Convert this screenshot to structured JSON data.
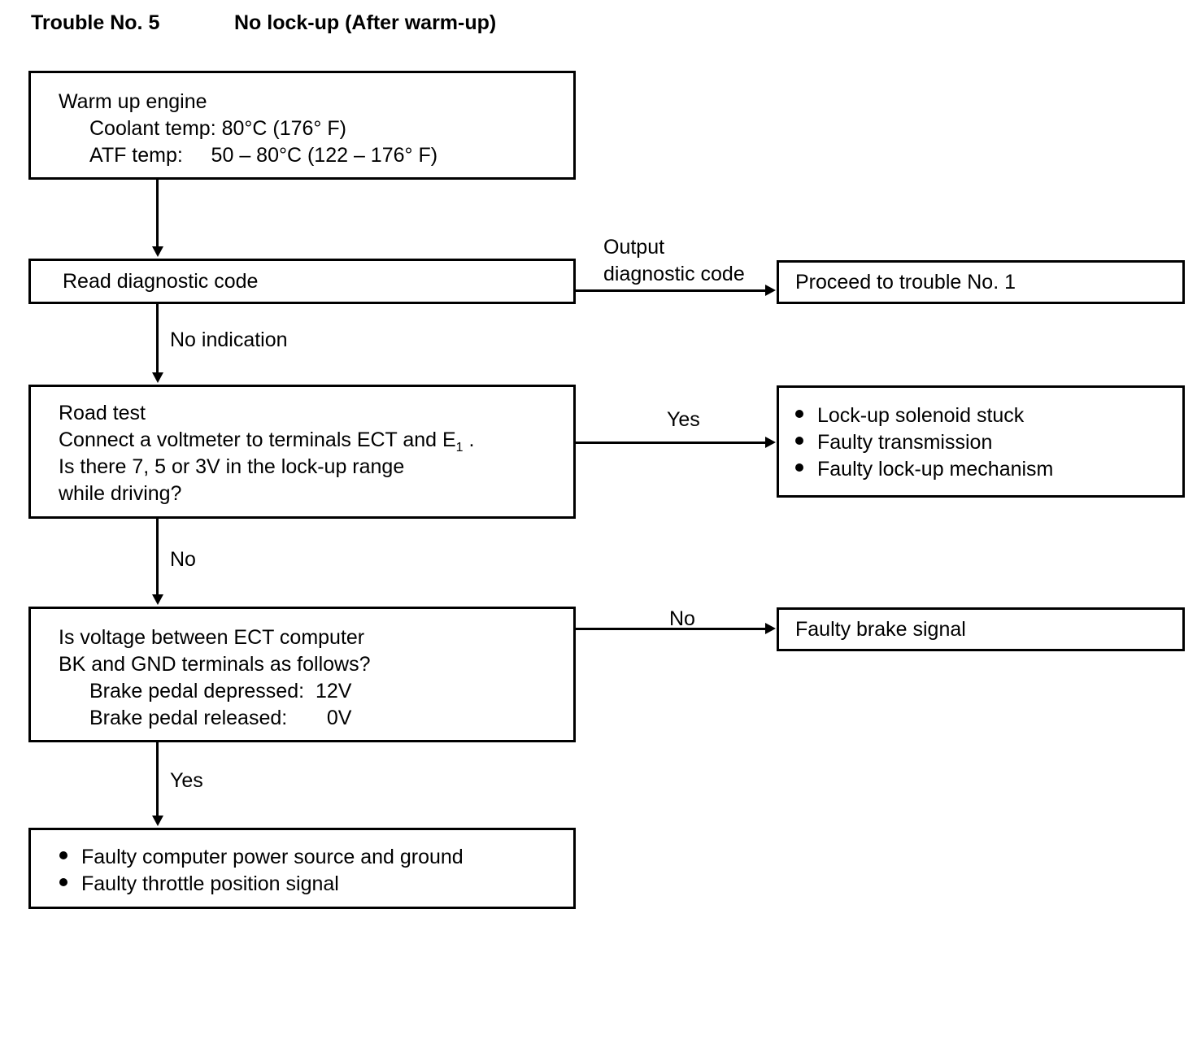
{
  "title": {
    "trouble": "Trouble No. 5",
    "description": "No lock-up (After warm-up)"
  },
  "nodes": {
    "warm_up": {
      "line1": "Warm up engine",
      "line2": "Coolant temp: 80°C (176° F)",
      "line3": "ATF temp:     50 – 80°C (122 – 176° F)"
    },
    "read_code": {
      "line1": "Read diagnostic code"
    },
    "proceed_trouble_1": {
      "line1": "Proceed to trouble No. 1"
    },
    "road_test": {
      "line1": "Road test",
      "line2a": "Connect a voltmeter to terminals ECT and E",
      "line2sub": "1",
      "line2b": " .",
      "line3": "Is there 7, 5 or 3V in the lock-up range",
      "line4": "while driving?"
    },
    "lockup_causes": {
      "items": [
        "Lock-up solenoid stuck",
        "Faulty transmission",
        "Faulty lock-up mechanism"
      ]
    },
    "brake_voltage": {
      "line1": "Is voltage between ECT computer",
      "line2": "BK and GND terminals as follows?",
      "line3": "Brake pedal depressed:  12V",
      "line4": "Brake pedal released:       0V"
    },
    "faulty_brake_signal": {
      "line1": "Faulty brake signal"
    },
    "final_causes": {
      "items": [
        "Faulty computer power source and ground",
        "Faulty throttle position signal"
      ]
    }
  },
  "edges": {
    "output_diagnostic_code_l1": "Output",
    "output_diagnostic_code_l2": "diagnostic code",
    "no_indication": "No indication",
    "yes_lockup": "Yes",
    "no_roadtest": "No",
    "no_brake": "No",
    "yes_final": "Yes"
  },
  "colors": {
    "ink": "#000000",
    "paper": "#ffffff"
  }
}
